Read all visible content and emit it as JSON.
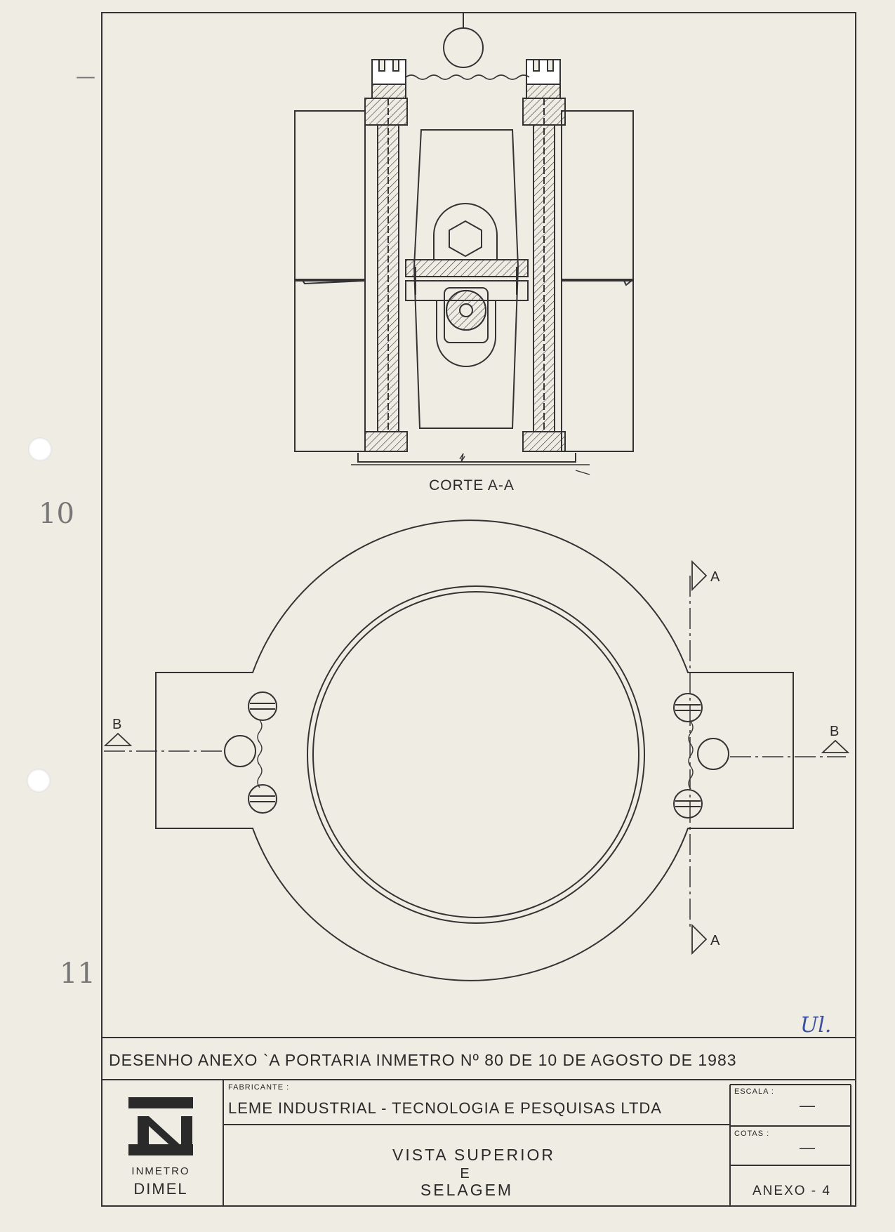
{
  "margin_notes": {
    "top": "—",
    "page_10": "10",
    "page_11": "11"
  },
  "section_view": {
    "caption": "CORTE A-A"
  },
  "plan_view": {
    "cut_marker_top": "A",
    "cut_marker_bottom": "A",
    "cut_marker_left": "B",
    "cut_marker_right": "B"
  },
  "initials": "Ul.",
  "title_block": {
    "header": "DESENHO ANEXO `A PORTARIA INMETRO Nº 80 DE 10 DE AGOSTO   DE 1983",
    "logo_line1": "INMETRO",
    "logo_line2": "DIMEL",
    "fabricante_label": "FABRICANTE :",
    "fabricante_value": "LEME INDUSTRIAL - TECNOLOGIA E PESQUISAS LTDA",
    "escala_label": "ESCALA :",
    "escala_value": "—",
    "cotas_label": "COTAS :",
    "cotas_value": "—",
    "title_line1": "VISTA SUPERIOR",
    "title_line2": "E",
    "title_line3": "SELAGEM",
    "sheet_id": "ANEXO - 4"
  }
}
